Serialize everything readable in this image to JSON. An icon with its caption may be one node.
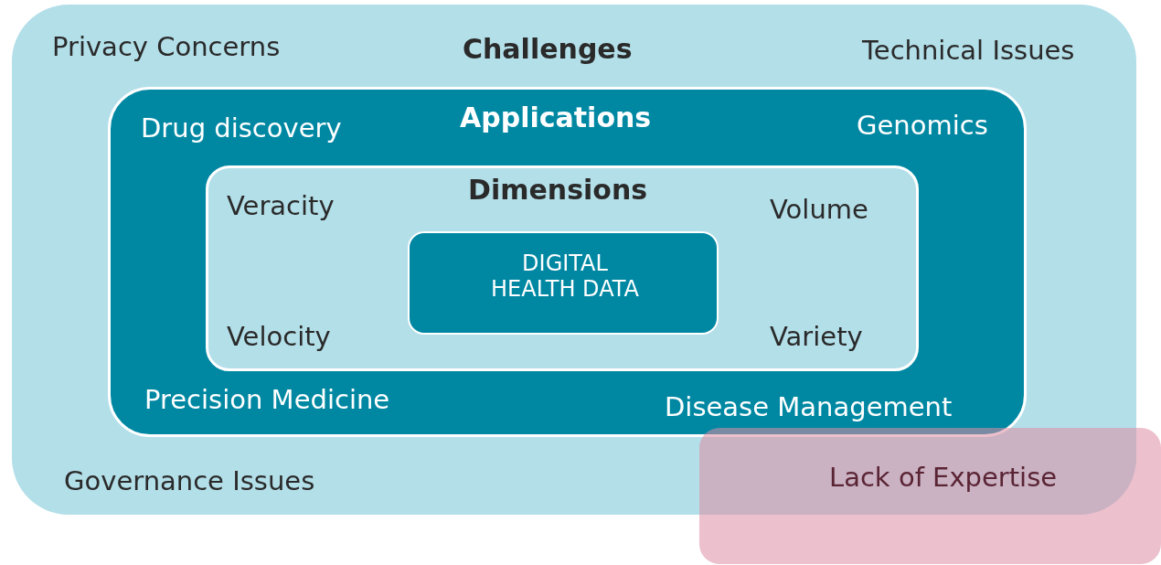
{
  "diagram": {
    "nodes": [
      {
        "text": [
          "Privacy Concerns",
          "Challenges",
          "Technical Issues",
          "Governance Issues"
        ]
      },
      {
        "text": [
          "Drug discovery",
          "Applications",
          "Genomics",
          "Precision Medicine",
          "Disease Management"
        ],
        "in": 0
      },
      {
        "text": [
          "Veracity",
          "Dimensions",
          "Volume",
          "Velocity",
          "Variety"
        ],
        "in": 1
      },
      {
        "text": [
          "DIGITAL HEALTH DATA"
        ],
        "in": 2
      },
      {
        "text": [
          "Lack of Expertise"
        ]
      }
    ]
  }
}
